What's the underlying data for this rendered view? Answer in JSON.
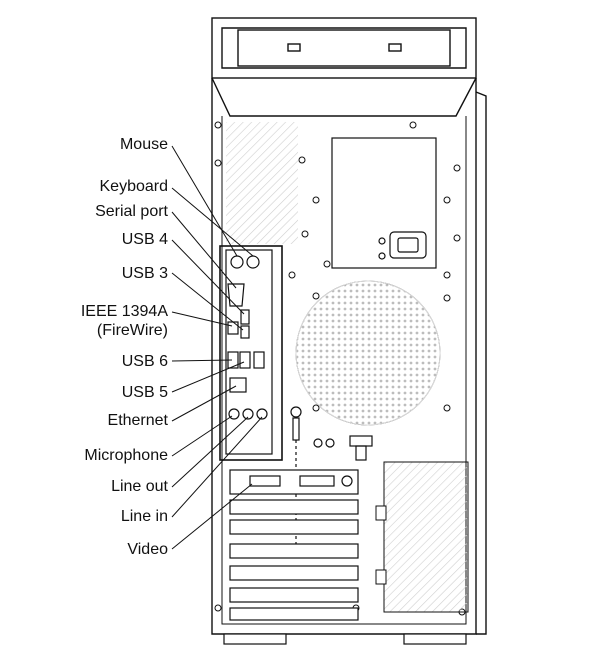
{
  "labels": {
    "mouse": "Mouse",
    "keyboard": "Keyboard",
    "serial_port": "Serial port",
    "usb4": "USB 4",
    "usb3": "USB 3",
    "ieee_line1": "IEEE 1394A",
    "ieee_line2": "(FireWire)",
    "usb6": "USB 6",
    "usb5": "USB 5",
    "ethernet": "Ethernet",
    "microphone": "Microphone",
    "line_out": "Line out",
    "line_in": "Line in",
    "video": "Video"
  },
  "colors": {
    "line": "#111111",
    "hatch": "#c8c8c8",
    "background": "#ffffff"
  }
}
